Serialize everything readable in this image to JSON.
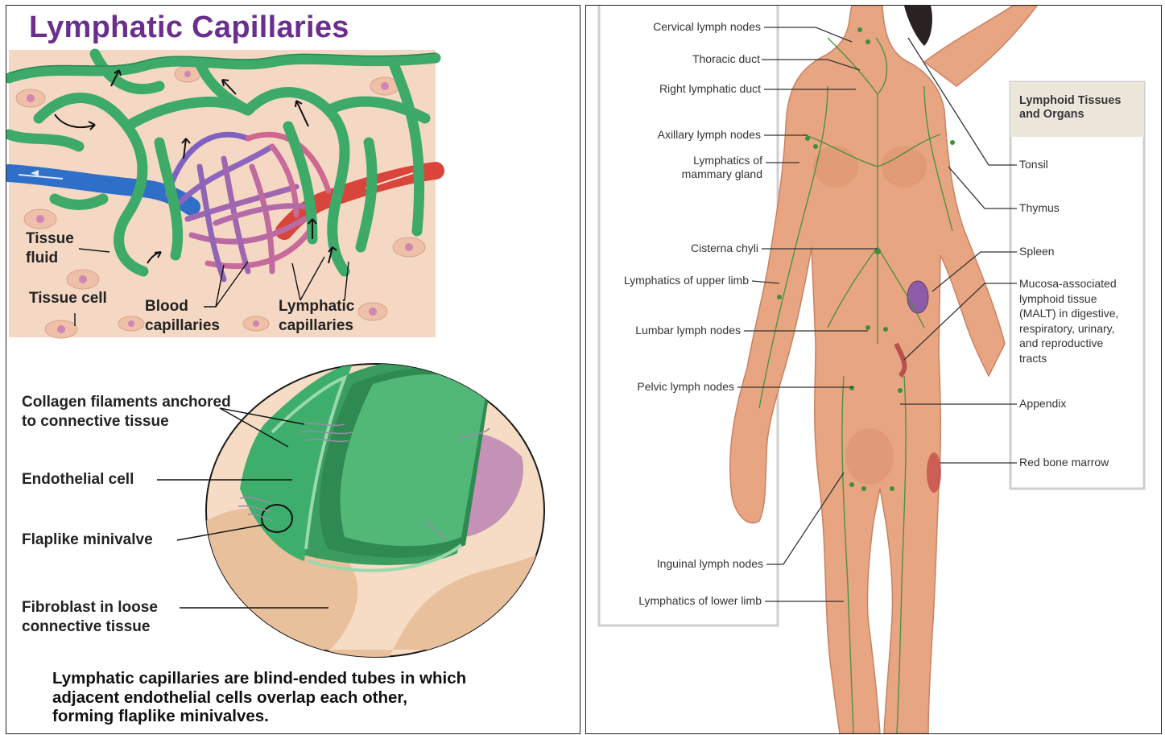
{
  "left": {
    "title": "Lymphatic Capillaries",
    "network_labels": {
      "tissue_fluid": [
        "Tissue",
        "fluid"
      ],
      "tissue_cell": "Tissue cell",
      "blood_capillaries": [
        "Blood",
        "capillaries"
      ],
      "lymphatic_capillaries": [
        "Lymphatic",
        "capillaries"
      ]
    },
    "detail_labels": {
      "collagen": [
        "Collagen filaments anchored",
        "to connective tissue"
      ],
      "endothelial": "Endothelial cell",
      "minivalve": "Flaplike minivalve",
      "fibroblast": [
        "Fibroblast in loose",
        "connective tissue"
      ]
    },
    "caption": [
      "Lymphatic capillaries are blind-ended tubes in which",
      "adjacent endothelial cells overlap each other,",
      "forming flaplike minivalves."
    ]
  },
  "right": {
    "left_labels": [
      "Cervical lymph nodes",
      "Thoracic duct",
      "Right lymphatic duct",
      "Axillary lymph nodes",
      [
        "Lymphatics of",
        "mammary gland"
      ],
      "Cisterna chyli",
      "Lymphatics of upper limb",
      "Lumbar lymph nodes",
      "Pelvic lymph nodes",
      "Inguinal lymph nodes",
      "Lymphatics of lower limb"
    ],
    "box_title": [
      "Lymphoid Tissues",
      "and Organs"
    ],
    "right_labels": [
      "Tonsil",
      "Thymus",
      "Spleen",
      [
        "Mucosa-associated",
        "lymphoid tissue",
        "(MALT) in digestive,",
        "respiratory, urinary,",
        "and reproductive",
        "tracts"
      ],
      "Appendix",
      "Red bone marrow"
    ]
  },
  "colors": {
    "title": "#6a2f8e",
    "lymph_green": "#3daa6a",
    "artery_red": "#d9453a",
    "vein_blue": "#2f6fc7",
    "capillary_pink": "#c86a9c",
    "tissue_bg": "#f4d8c4",
    "skin": "#e8a582"
  }
}
